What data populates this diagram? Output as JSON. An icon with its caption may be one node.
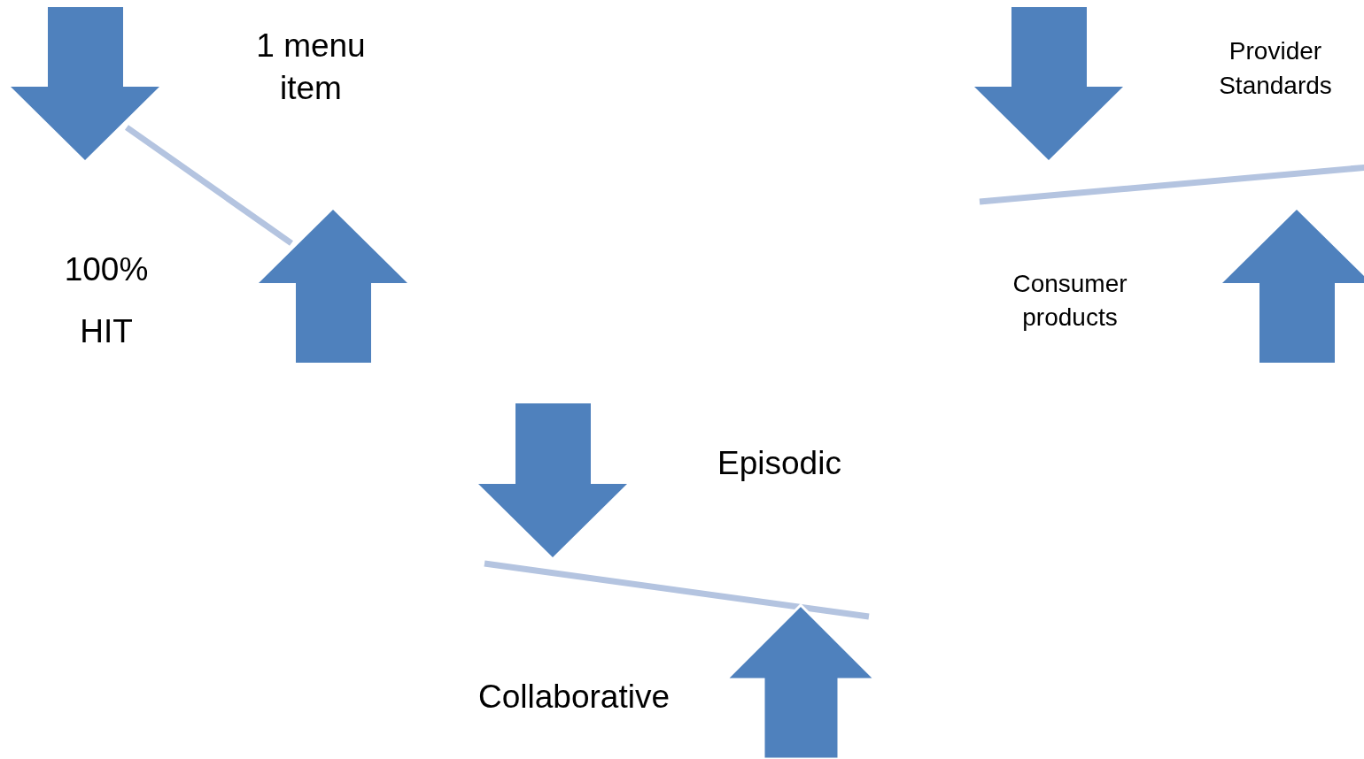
{
  "diagram": {
    "labels": [
      "1 menu item",
      "Provider Standards",
      "100%",
      "HIT",
      "Consumer products",
      "Episodic",
      "Collaborative"
    ]
  }
}
